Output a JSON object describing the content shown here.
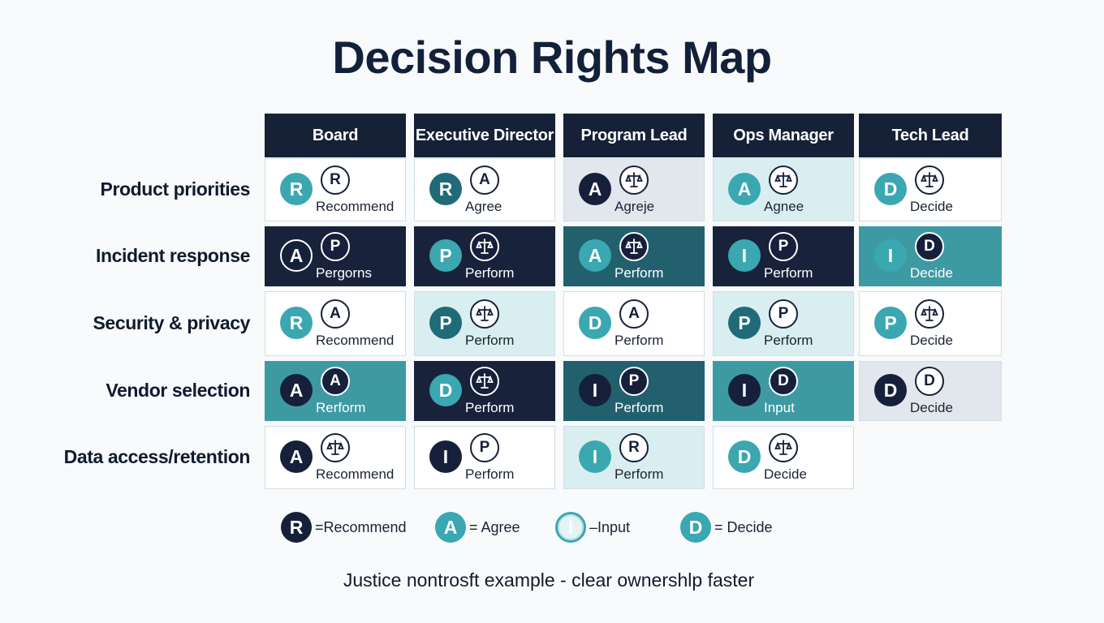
{
  "title": "Decision Rights Map",
  "columns": [
    "Board",
    "Executive Director",
    "Program Lead",
    "Ops Manager",
    "Tech Lead"
  ],
  "rows": [
    {
      "label": "Product priorities",
      "cells": [
        {
          "role": "R",
          "icon": "R",
          "icon_name": "letter-r-icon",
          "text": "Recommend",
          "bg": "white",
          "circle": "teal"
        },
        {
          "role": "R",
          "icon": "A",
          "icon_name": "letter-a-icon",
          "text": "Agree",
          "bg": "white",
          "circle": "tealdark"
        },
        {
          "role": "A",
          "icon": "",
          "icon_name": "scale-icon",
          "text": "Agreje",
          "bg": "gray",
          "circle": "navy"
        },
        {
          "role": "A",
          "icon": "",
          "icon_name": "scale-icon",
          "text": "Agnee",
          "bg": "pale",
          "circle": "teal"
        },
        {
          "role": "D",
          "icon": "",
          "icon_name": "scale-icon",
          "text": "Decide",
          "bg": "white",
          "circle": "teal"
        }
      ]
    },
    {
      "label": "Incident response",
      "cells": [
        {
          "role": "A",
          "icon": "P",
          "icon_name": "letter-p-icon",
          "text": "Pergorns",
          "bg": "navy",
          "circle": "navy"
        },
        {
          "role": "P",
          "icon": "",
          "icon_name": "scale-icon",
          "text": "Perform",
          "bg": "navy",
          "circle": "teal"
        },
        {
          "role": "A",
          "icon": "",
          "icon_name": "scale-icon",
          "text": "Perform",
          "bg": "tealdark",
          "circle": "teal"
        },
        {
          "role": "I",
          "icon": "P",
          "icon_name": "letter-p-icon",
          "text": "Perform",
          "bg": "navy",
          "circle": "teal"
        },
        {
          "role": "I",
          "icon": "D",
          "icon_name": "letter-d-icon",
          "text": "Decide",
          "bg": "teal",
          "circle": "teal"
        }
      ]
    },
    {
      "label": "Security & privacy",
      "cells": [
        {
          "role": "R",
          "icon": "A",
          "icon_name": "letter-a-icon",
          "text": "Recommend",
          "bg": "white",
          "circle": "teal"
        },
        {
          "role": "P",
          "icon": "",
          "icon_name": "scale-icon",
          "text": "Perform",
          "bg": "pale",
          "circle": "tealdark"
        },
        {
          "role": "D",
          "icon": "A",
          "icon_name": "letter-a-icon",
          "text": "Perform",
          "bg": "white",
          "circle": "teal"
        },
        {
          "role": "P",
          "icon": "P",
          "icon_name": "letter-p-icon",
          "text": "Perform",
          "bg": "pale",
          "circle": "tealdark"
        },
        {
          "role": "P",
          "icon": "",
          "icon_name": "scale-icon",
          "text": "Decide",
          "bg": "white",
          "circle": "teal"
        }
      ]
    },
    {
      "label": "Vendor selection",
      "cells": [
        {
          "role": "A",
          "icon": "A",
          "icon_name": "letter-a-icon",
          "text": "Rerform",
          "bg": "teal",
          "circle": "navy"
        },
        {
          "role": "D",
          "icon": "",
          "icon_name": "scale-icon",
          "text": "Perform",
          "bg": "navy",
          "circle": "teal"
        },
        {
          "role": "I",
          "icon": "P",
          "icon_name": "letter-p-icon",
          "text": "Perform",
          "bg": "tealdark",
          "circle": "navy"
        },
        {
          "role": "I",
          "icon": "D",
          "icon_name": "letter-d-icon",
          "text": "Input",
          "bg": "teal",
          "circle": "navy"
        },
        {
          "role": "D",
          "icon": "D",
          "icon_name": "letter-d-icon",
          "text": "Decide",
          "bg": "gray",
          "circle": "navy"
        }
      ]
    },
    {
      "label": "Data access/retention",
      "cells": [
        {
          "role": "A",
          "icon": "",
          "icon_name": "scale-icon",
          "text": "Recommend",
          "bg": "white",
          "circle": "navy"
        },
        {
          "role": "I",
          "icon": "P",
          "icon_name": "letter-p-icon",
          "text": "Perform",
          "bg": "white",
          "circle": "navy"
        },
        {
          "role": "I",
          "icon": "R",
          "icon_name": "letter-r-icon",
          "text": "Perform",
          "bg": "pale",
          "circle": "teal"
        },
        {
          "role": "D",
          "icon": "",
          "icon_name": "scale-icon",
          "text": "Decide",
          "bg": "white",
          "circle": "teal"
        },
        null
      ]
    }
  ],
  "legend": [
    {
      "letter": "R",
      "text": "=Recommend",
      "style": "navy"
    },
    {
      "letter": "A",
      "text": "= Agree",
      "style": "teal"
    },
    {
      "letter": "I",
      "text": "–Input",
      "style": "outline"
    },
    {
      "letter": "D",
      "text": "= Decide",
      "style": "teal"
    }
  ],
  "footer": "Justice nontrosft example - clear ownershlp faster",
  "colors": {
    "navy": "#16203a",
    "teal": "#3aa7b1",
    "teal_dark": "#22606d",
    "pale": "#d9eef0"
  }
}
